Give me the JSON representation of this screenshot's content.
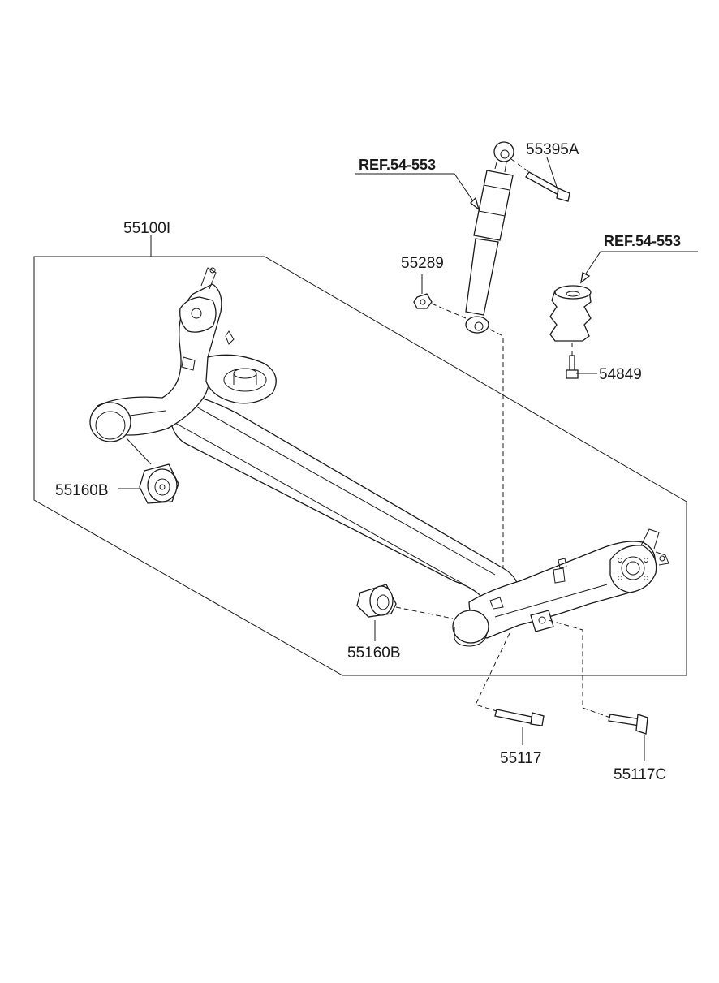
{
  "labels": {
    "axle_assembly": "55100I",
    "shock_upper_bolt": "55395A",
    "shock_ref": "REF.54-553",
    "nut": "55289",
    "bumper_ref": "REF.54-553",
    "bumper_bolt": "54849",
    "bushing_left": "55160B",
    "bushing_right": "55160B",
    "mount_bolt": "55117",
    "mount_bolt_c": "55117C"
  }
}
